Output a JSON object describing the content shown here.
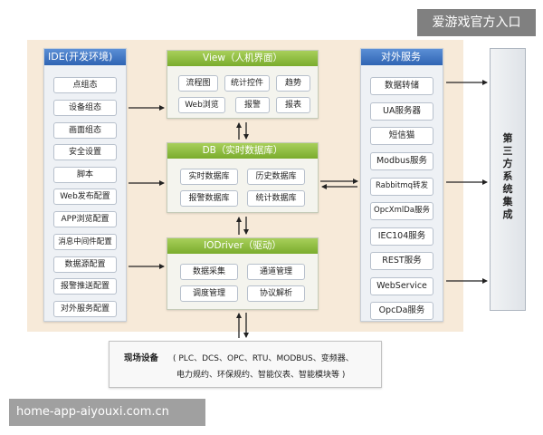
{
  "ide": {
    "title": "IDE(开发环境)",
    "items": [
      "点组态",
      "设备组态",
      "画面组态",
      "安全设置",
      "脚本",
      "Web发布配置",
      "APP浏览配置",
      "消息中间件配置",
      "数据源配置",
      "报警推送配置",
      "对外服务配置"
    ]
  },
  "view": {
    "title": "View（人机界面）",
    "items": [
      "流程图",
      "统计控件",
      "趋势",
      "Web浏览",
      "报警",
      "报表"
    ]
  },
  "db": {
    "title": "DB（实时数据库）",
    "items": [
      "实时数据库",
      "历史数据库",
      "报警数据库",
      "统计数据库"
    ]
  },
  "iodriver": {
    "title": "IODriver（驱动）",
    "items": [
      "数据采集",
      "通道管理",
      "调度管理",
      "协议解析"
    ]
  },
  "services": {
    "title": "对外服务",
    "items": [
      "数据转储",
      "UA服务器",
      "短信猫",
      "Modbus服务",
      "Rabbitmq转发",
      "OpcXmlDa服务",
      "IEC104服务",
      "REST服务",
      "WebService",
      "OpcDa服务"
    ]
  },
  "third_party": {
    "label": "第三方系统集成"
  },
  "field_devices": {
    "title": "现场设备",
    "line1": "( PLC、DCS、OPC、RTU、MODBUS、变频器、",
    "line2": "电力规约、环保规约、智能仪表、智能模块等 )"
  },
  "watermarks": {
    "top": "爱游戏官方入口",
    "bottom": "home-app-aiyouxi.com.cn"
  },
  "colors": {
    "blue_header": "#2f64b3",
    "green_header": "#7aac2d",
    "panel_background": "#f7ead9"
  }
}
